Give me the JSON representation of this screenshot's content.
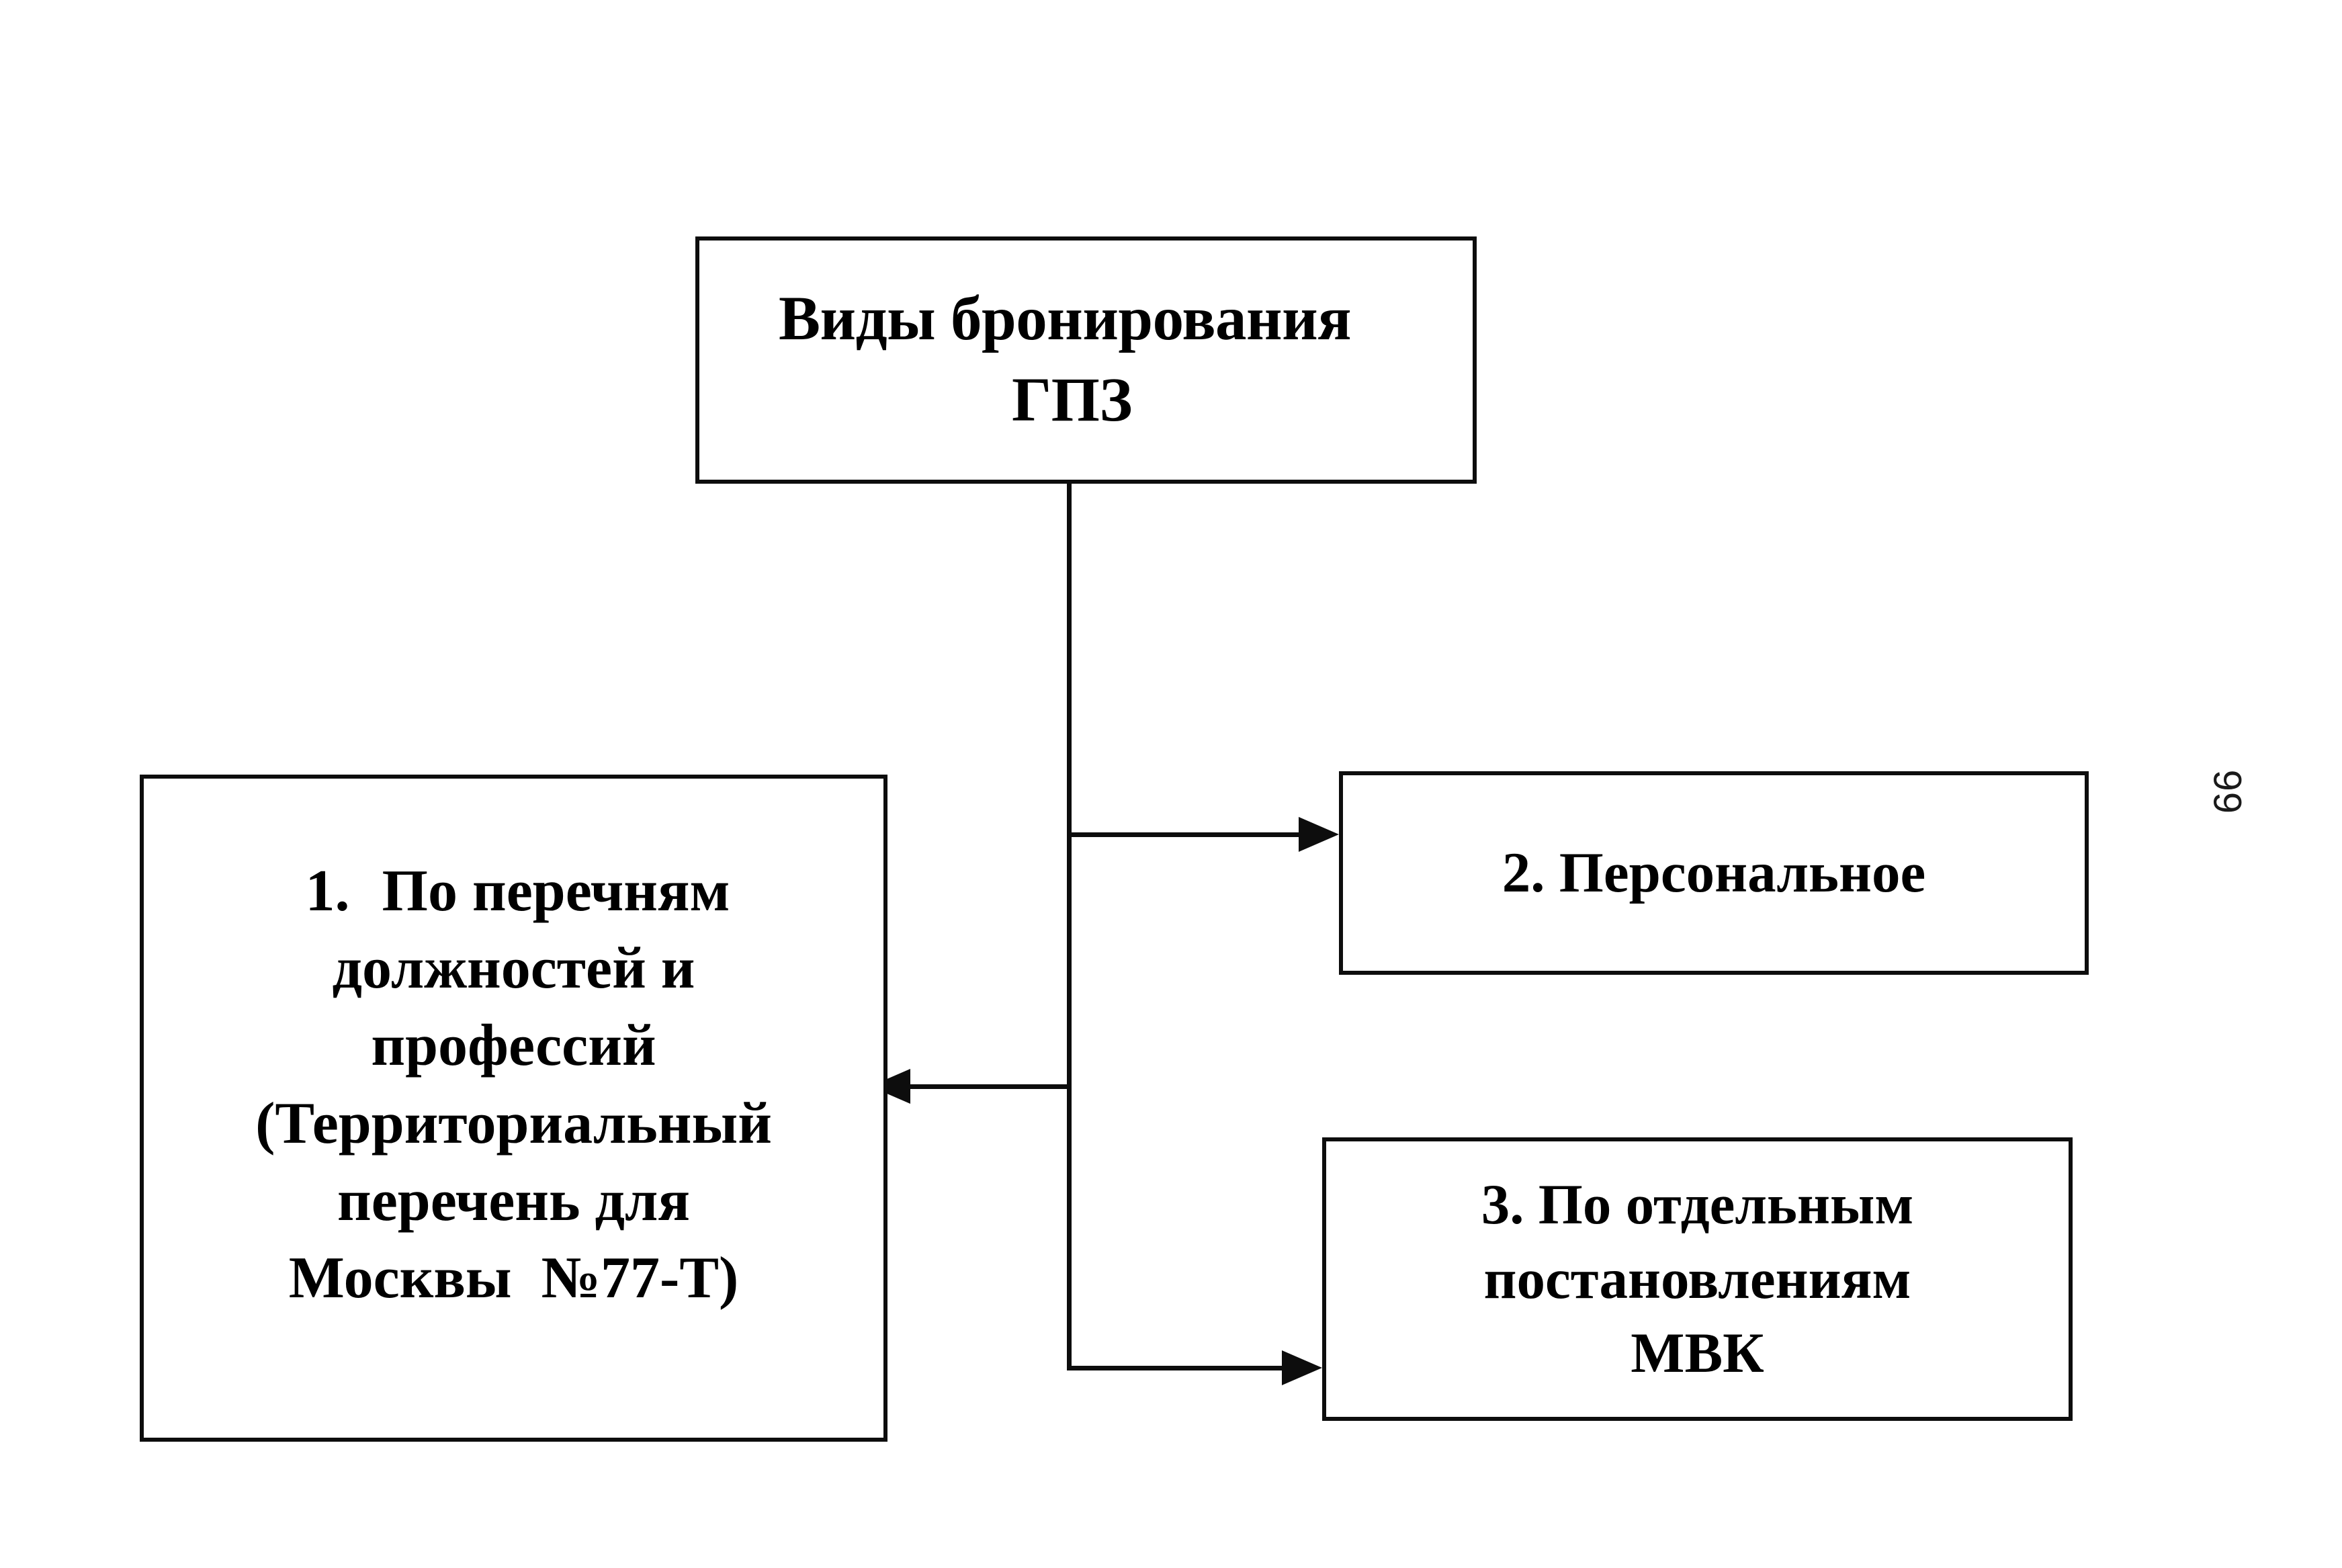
{
  "page": {
    "background_color": "#ffffff",
    "ink_color": "#0d0d0d",
    "page_number": "66"
  },
  "diagram": {
    "type": "flowchart",
    "root": {
      "line1": "Виды бронирования",
      "line2": "ГПЗ"
    },
    "nodes": [
      {
        "id": "list",
        "number": "1.",
        "line1": "По перечням",
        "line2": "должностей и",
        "line3": "профессий",
        "line4": "(Территориальный",
        "line5": "перечень для",
        "line6": "Москвы  №77-Т)"
      },
      {
        "id": "personal",
        "line1": "2. Персональное"
      },
      {
        "id": "mvk",
        "line1": "3. По отдельным",
        "line2": "постановлениям",
        "line3": "МВК"
      }
    ],
    "connectors": [
      {
        "from": "root",
        "to": "personal",
        "direction": "right",
        "arrowhead": "arrow-right-icon"
      },
      {
        "from": "root",
        "to": "list",
        "direction": "left",
        "arrowhead": "arrow-left-icon"
      },
      {
        "from": "root",
        "to": "mvk",
        "direction": "right",
        "arrowhead": "arrow-right-icon"
      }
    ]
  }
}
